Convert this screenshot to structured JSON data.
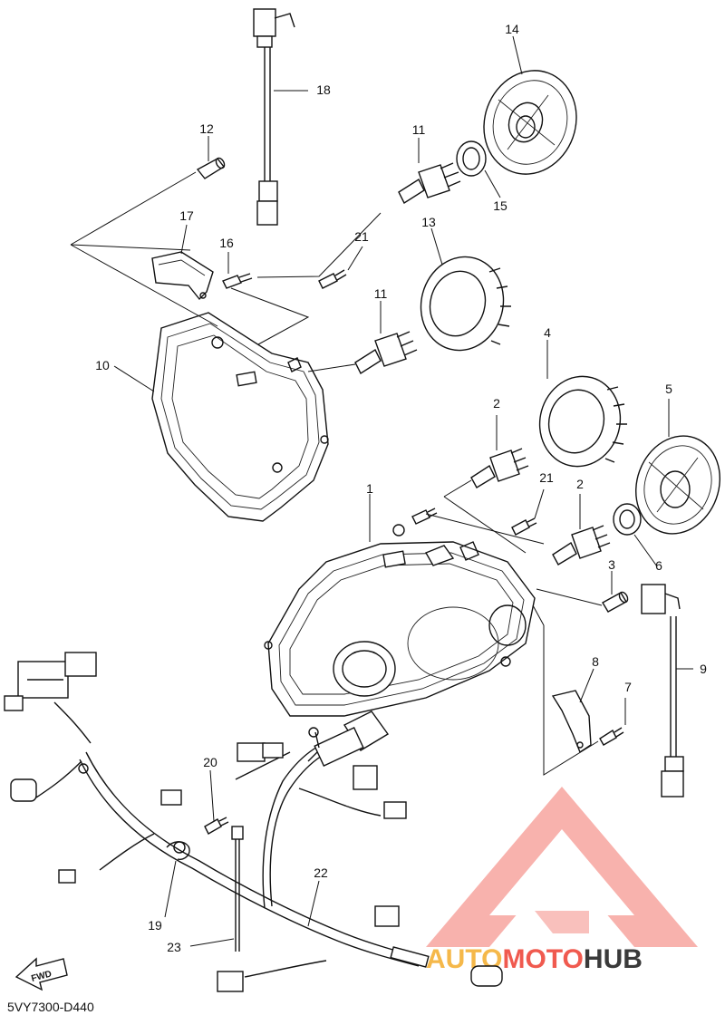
{
  "diagram": {
    "code": "5VY7300-D440",
    "fwd_label": "FWD",
    "callouts": [
      "1",
      "2",
      "2",
      "3",
      "4",
      "5",
      "6",
      "7",
      "8",
      "9",
      "10",
      "11",
      "11",
      "12",
      "13",
      "14",
      "15",
      "16",
      "17",
      "18",
      "19",
      "20",
      "21",
      "21",
      "22",
      "23"
    ]
  },
  "watermark": {
    "parts": [
      "AUTO",
      "MOTO",
      "HUB"
    ],
    "colors": {
      "primary": "#f05a4f",
      "accent": "#f5b84a",
      "dark": "#3a3a3a"
    }
  }
}
